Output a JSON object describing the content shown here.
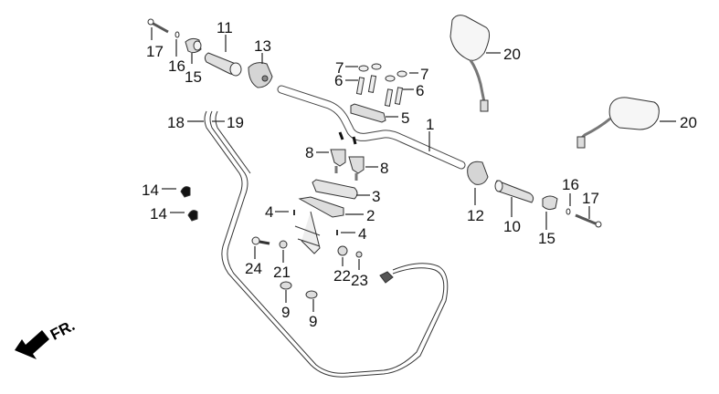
{
  "diagram": {
    "title": "Handlebar exploded parts diagram",
    "direction_marker": "FR.",
    "parts": [
      {
        "ref": "1",
        "name": "handlebar"
      },
      {
        "ref": "2",
        "name": "handlebar-mount-bracket"
      },
      {
        "ref": "3",
        "name": "upper-holder-cover"
      },
      {
        "ref": "4",
        "name": "screw"
      },
      {
        "ref": "5",
        "name": "handlebar-upper-holder"
      },
      {
        "ref": "6",
        "name": "bolt"
      },
      {
        "ref": "7",
        "name": "washer"
      },
      {
        "ref": "8",
        "name": "lower-holder"
      },
      {
        "ref": "9",
        "name": "rubber-bushing"
      },
      {
        "ref": "10",
        "name": "throttle-grip"
      },
      {
        "ref": "11",
        "name": "left-grip"
      },
      {
        "ref": "12",
        "name": "right-switch-housing"
      },
      {
        "ref": "13",
        "name": "left-switch-housing"
      },
      {
        "ref": "14",
        "name": "cable-clip"
      },
      {
        "ref": "15",
        "name": "bar-end-weight"
      },
      {
        "ref": "16",
        "name": "washer"
      },
      {
        "ref": "17",
        "name": "bar-end-bolt"
      },
      {
        "ref": "18",
        "name": "throttle-cable"
      },
      {
        "ref": "19",
        "name": "throttle-cable"
      },
      {
        "ref": "20",
        "name": "rear-view-mirror"
      },
      {
        "ref": "21",
        "name": "washer"
      },
      {
        "ref": "22",
        "name": "nut"
      },
      {
        "ref": "23",
        "name": "washer"
      },
      {
        "ref": "24",
        "name": "bolt"
      }
    ],
    "callouts": [
      {
        "id": "c17a",
        "text": "17"
      },
      {
        "id": "c16a",
        "text": "16"
      },
      {
        "id": "c15a",
        "text": "15"
      },
      {
        "id": "c11",
        "text": "11"
      },
      {
        "id": "c13",
        "text": "13"
      },
      {
        "id": "c7a",
        "text": "7"
      },
      {
        "id": "c7b",
        "text": "7"
      },
      {
        "id": "c6a",
        "text": "6"
      },
      {
        "id": "c6b",
        "text": "6"
      },
      {
        "id": "c5",
        "text": "5"
      },
      {
        "id": "c20a",
        "text": "20"
      },
      {
        "id": "c20b",
        "text": "20"
      },
      {
        "id": "c18",
        "text": "18"
      },
      {
        "id": "c19",
        "text": "19"
      },
      {
        "id": "c1",
        "text": "1"
      },
      {
        "id": "c8a",
        "text": "8"
      },
      {
        "id": "c8b",
        "text": "8"
      },
      {
        "id": "c3",
        "text": "3"
      },
      {
        "id": "c14a",
        "text": "14"
      },
      {
        "id": "c14b",
        "text": "14"
      },
      {
        "id": "c4a",
        "text": "4"
      },
      {
        "id": "c2",
        "text": "2"
      },
      {
        "id": "c4b",
        "text": "4"
      },
      {
        "id": "c12",
        "text": "12"
      },
      {
        "id": "c10",
        "text": "10"
      },
      {
        "id": "c15b",
        "text": "15"
      },
      {
        "id": "c16b",
        "text": "16"
      },
      {
        "id": "c17b",
        "text": "17"
      },
      {
        "id": "c24",
        "text": "24"
      },
      {
        "id": "c21",
        "text": "21"
      },
      {
        "id": "c22",
        "text": "22"
      },
      {
        "id": "c23",
        "text": "23"
      },
      {
        "id": "c9a",
        "text": "9"
      },
      {
        "id": "c9b",
        "text": "9"
      }
    ]
  }
}
